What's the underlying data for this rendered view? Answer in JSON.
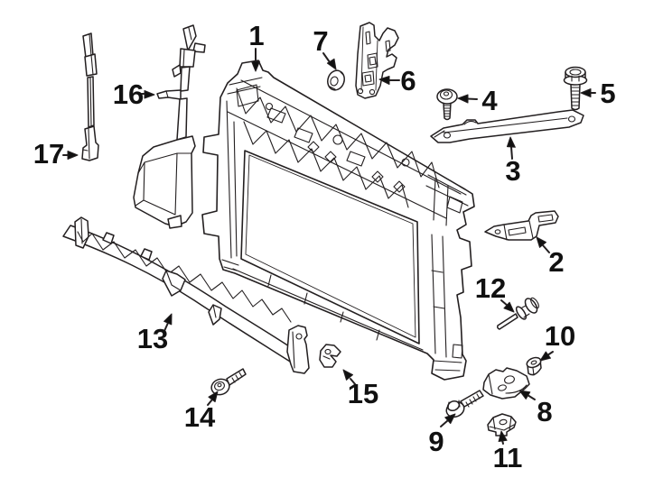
{
  "figure": {
    "background": "#ffffff",
    "line_color": "#231f20",
    "label_color": "#111111"
  },
  "callouts": [
    {
      "label": "1"
    },
    {
      "label": "2"
    },
    {
      "label": "3"
    },
    {
      "label": "4"
    },
    {
      "label": "5"
    },
    {
      "label": "6"
    },
    {
      "label": "7"
    },
    {
      "label": "8"
    },
    {
      "label": "9"
    },
    {
      "label": "10"
    },
    {
      "label": "11"
    },
    {
      "label": "12"
    },
    {
      "label": "13"
    },
    {
      "label": "14"
    },
    {
      "label": "15"
    },
    {
      "label": "16"
    },
    {
      "label": "17"
    }
  ]
}
